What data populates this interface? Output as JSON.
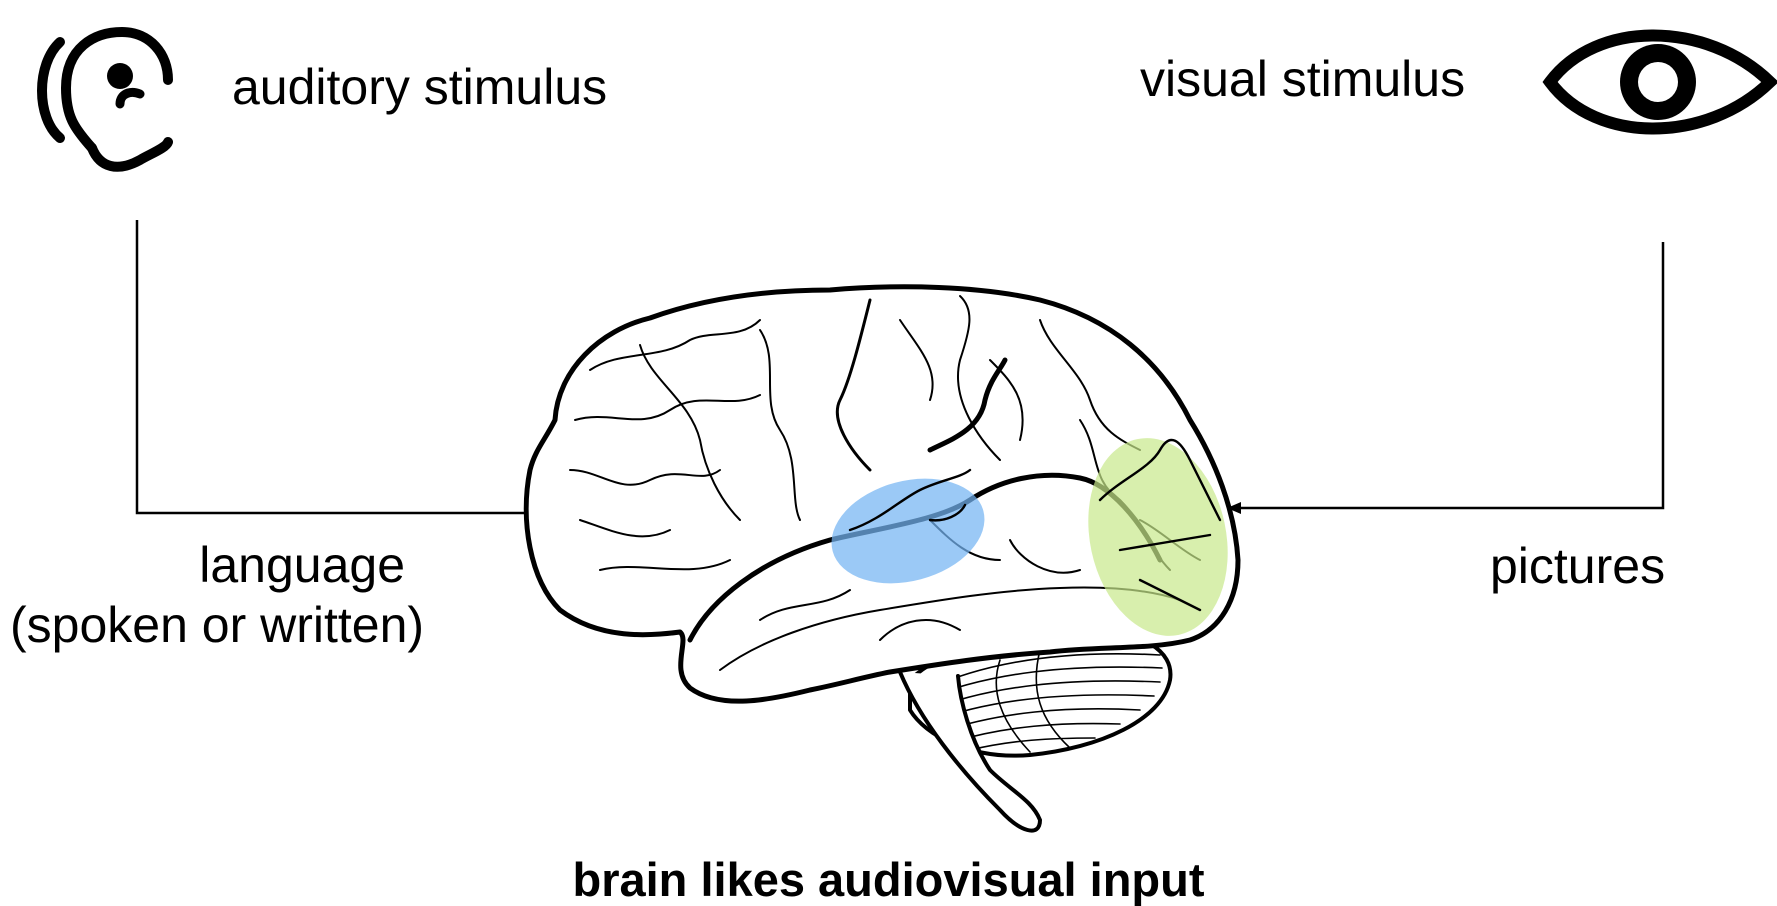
{
  "stimuli": {
    "auditory": {
      "label": "auditory stimulus",
      "icon": "ear-icon"
    },
    "visual": {
      "label": "visual stimulus",
      "icon": "eye-icon"
    }
  },
  "inputs": {
    "language_line1": "language",
    "language_line2": "(spoken or written)",
    "pictures": "pictures"
  },
  "regions": {
    "language_area_color": "#74b4f2",
    "visual_area_color": "#c8e88a"
  },
  "caption": "brain likes audiovisual input"
}
